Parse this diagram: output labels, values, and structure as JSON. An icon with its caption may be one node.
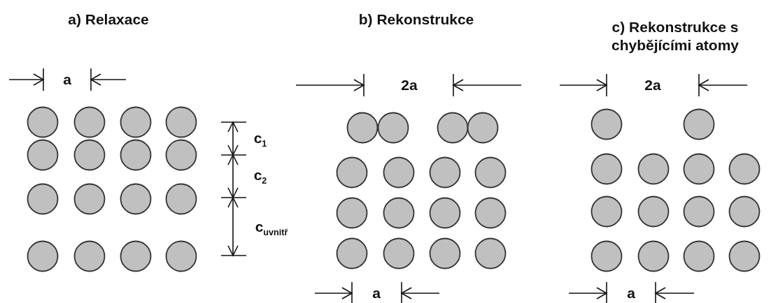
{
  "diagram": {
    "labels": [
      "a) Relaxace",
      "b) Rekonstrukce",
      "c) Rekonstrukce s chybějícími atomy",
      "a",
      "c$_{1}$",
      "c$_{2}$",
      "c$_{uvnitř}$",
      "2a",
      "a",
      "2a",
      "a"
    ]
  }
}
